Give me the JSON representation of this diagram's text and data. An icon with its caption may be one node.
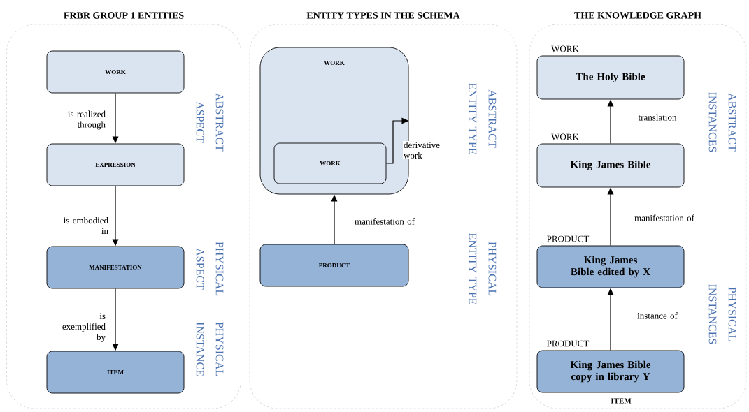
{
  "diagram": {
    "nodes": [
      {
        "text": [
          "FRBR GROUP 1 ENTITIES"
        ]
      },
      {
        "text": [
          "WORK"
        ],
        "in": 0
      },
      {
        "text": [
          "EXPRESSION"
        ],
        "in": 0
      },
      {
        "text": [
          "MANIFESTATION"
        ],
        "in": 0
      },
      {
        "text": [
          "ITEM"
        ],
        "in": 0
      },
      {
        "text": [
          "ENTITY TYPES IN THE SCHEMA"
        ]
      },
      {
        "text": [
          "WORK"
        ],
        "in": 5
      },
      {
        "text": [
          "WORK"
        ],
        "in": 6
      },
      {
        "text": [
          "PRODUCT"
        ],
        "in": 5
      },
      {
        "text": [
          "THE KNOWLEDGE GRAPH"
        ]
      },
      {
        "text": [
          "The Holy Bible"
        ],
        "beside": [
          "WORK"
        ],
        "in": 9
      },
      {
        "text": [
          "King James Bible"
        ],
        "beside": [
          "WORK"
        ],
        "in": 9
      },
      {
        "text": [
          "King James Bible edited by X"
        ],
        "beside": [
          "PRODUCT"
        ],
        "in": 9
      },
      {
        "text": [
          "King James Bible copy in library Y"
        ],
        "beside": [
          "PRODUCT",
          "ITEM"
        ],
        "in": 9
      }
    ],
    "edges": [
      {
        "from": 1,
        "to": 2,
        "arrow": "to",
        "label": "is realized through"
      },
      {
        "from": 2,
        "to": 3,
        "arrow": "to",
        "label": "is embodied in"
      },
      {
        "from": 3,
        "to": 4,
        "arrow": "to",
        "label": "is exemplified by"
      },
      {
        "from": 7,
        "to": 6,
        "arrow": "to",
        "label": "derivative work"
      },
      {
        "from": 8,
        "to": 6,
        "arrow": "to",
        "label": "manifestation of"
      },
      {
        "from": 11,
        "to": 10,
        "arrow": "to",
        "label": "translation"
      },
      {
        "from": 12,
        "to": 11,
        "arrow": "to",
        "label": "manifestation of"
      },
      {
        "from": 13,
        "to": 12,
        "arrow": "to",
        "label": "instance of"
      }
    ],
    "labels": [
      "ABSTRACT ASPECT",
      "PHYSICAL ASPECT",
      "PHYSICAL INSTANCE",
      "ABSTRACT ENTITY TYPE",
      "PHYSICAL ENTITY TYPE",
      "ABSTRACT INSTANCES",
      "PHYSICAL INSTANCES"
    ]
  }
}
